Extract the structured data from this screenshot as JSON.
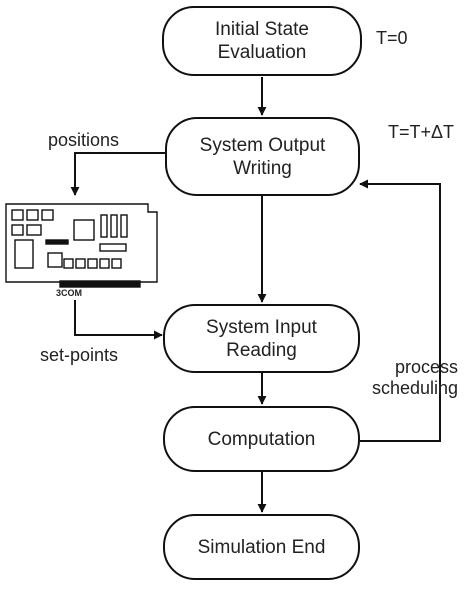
{
  "nodes": {
    "init": "Initial State\nEvaluation",
    "output": "System Output\nWriting",
    "input": "System Input\nReading",
    "compute": "Computation",
    "end": "Simulation End"
  },
  "labels": {
    "t0": "T=0",
    "t_inc": "T=T+ΔT",
    "positions": "positions",
    "setpoints": "set-points",
    "process": "process\nscheduling"
  },
  "board": {
    "brand": "3COM"
  },
  "icons": {
    "board": "circuit-board-icon"
  },
  "colors": {
    "stroke": "#111111",
    "text": "#222222",
    "background": "#ffffff"
  }
}
